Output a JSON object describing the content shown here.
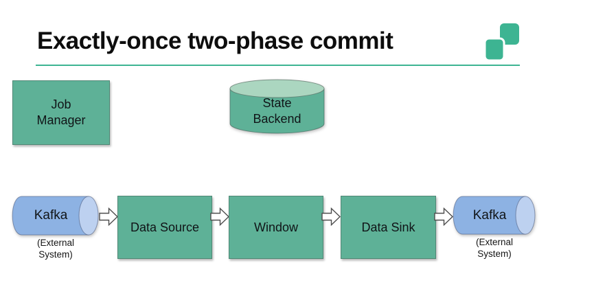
{
  "title": "Exactly-once two-phase commit",
  "colors": {
    "accent_green": "#5eb197",
    "accent_green_light": "#abd6c0",
    "accent_blue": "#8db2e3",
    "accent_blue_light": "#bdd1f0",
    "teal_accent": "#3db492",
    "arrow_outline": "#4d4d4d",
    "text_color": "#111111"
  },
  "nodes": {
    "job_manager": {
      "line1": "Job",
      "line2": "Manager"
    },
    "state_backend": {
      "line1": "State",
      "line2": "Backend"
    },
    "kafka_source": {
      "label": "Kafka",
      "ext1": "(External",
      "ext2": "System)"
    },
    "data_source": {
      "label": "Data Source"
    },
    "window": {
      "label": "Window"
    },
    "data_sink": {
      "label": "Data Sink"
    },
    "kafka_sink": {
      "label": "Kafka",
      "ext1": "(External",
      "ext2": "System)"
    }
  }
}
